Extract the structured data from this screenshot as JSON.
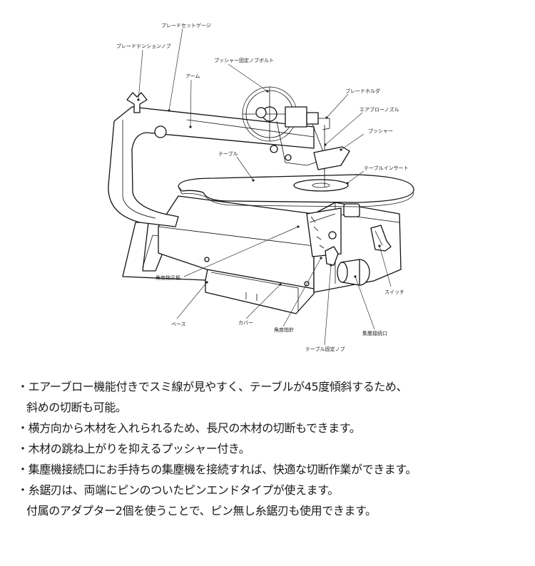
{
  "diagram": {
    "labels": {
      "blade_set_gauge": "ブレードセットゲージ",
      "blade_tension_knob": "ブレードテンションノブ",
      "pusher_knob_bolt": "プッシャー固定ノブボルト",
      "arm": "アーム",
      "blade_holder": "ブレードホルダ",
      "air_blow_nozzle": "エアブローノズル",
      "pusher": "プッシャー",
      "table": "テーブル",
      "table_insert": "テーブルインサート",
      "angle_scale_plate": "角度指示板",
      "switch": "スイッチ",
      "base": "ベース",
      "cover": "カバー",
      "angle_pointer": "角度指針",
      "dust_port": "集塵接続口",
      "table_lock_knob": "テーブル固定ノブ"
    }
  },
  "features": [
    {
      "bullet": "・",
      "line1": "エアーブロー機能付きでスミ線が見やすく、テーブルが45度傾斜するため、",
      "line2": "斜めの切断も可能。"
    },
    {
      "bullet": "・",
      "line1": "横方向から木材を入れられるため、長尺の木材の切断もできます。",
      "line2": ""
    },
    {
      "bullet": "・",
      "line1": "木材の跳ね上がりを抑えるプッシャー付き。",
      "line2": ""
    },
    {
      "bullet": "・",
      "line1": "集塵機接続口にお手持ちの集塵機を接続すれば、快適な切断作業ができます。",
      "line2": ""
    },
    {
      "bullet": "・",
      "line1": "糸鋸刃は、両端にピンのついたピンエンドタイプが使えます。",
      "line2": "付属のアダプター2個を使うことで、ピン無し糸鋸刃も使用できます。"
    }
  ]
}
